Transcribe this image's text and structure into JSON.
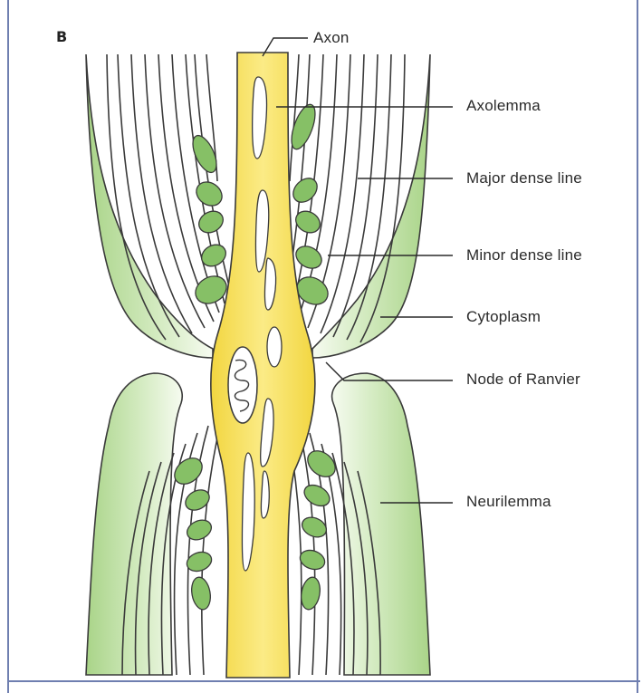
{
  "panel_letter": "B",
  "labels": {
    "axon": "Axon",
    "axolemma": "Axolemma",
    "major_dense_line": "Major dense line",
    "minor_dense_line": "Minor dense line",
    "cytoplasm": "Cytoplasm",
    "node_of_ranvier": "Node of Ranvier",
    "neurilemma": "Neurilemma"
  },
  "colors": {
    "axon_fill": "#f4df5a",
    "myelin_green": "#b9dc9a",
    "cytoplasm_green": "#83bf63",
    "line": "#3a3a3a",
    "frame": "#6f7fb0"
  }
}
